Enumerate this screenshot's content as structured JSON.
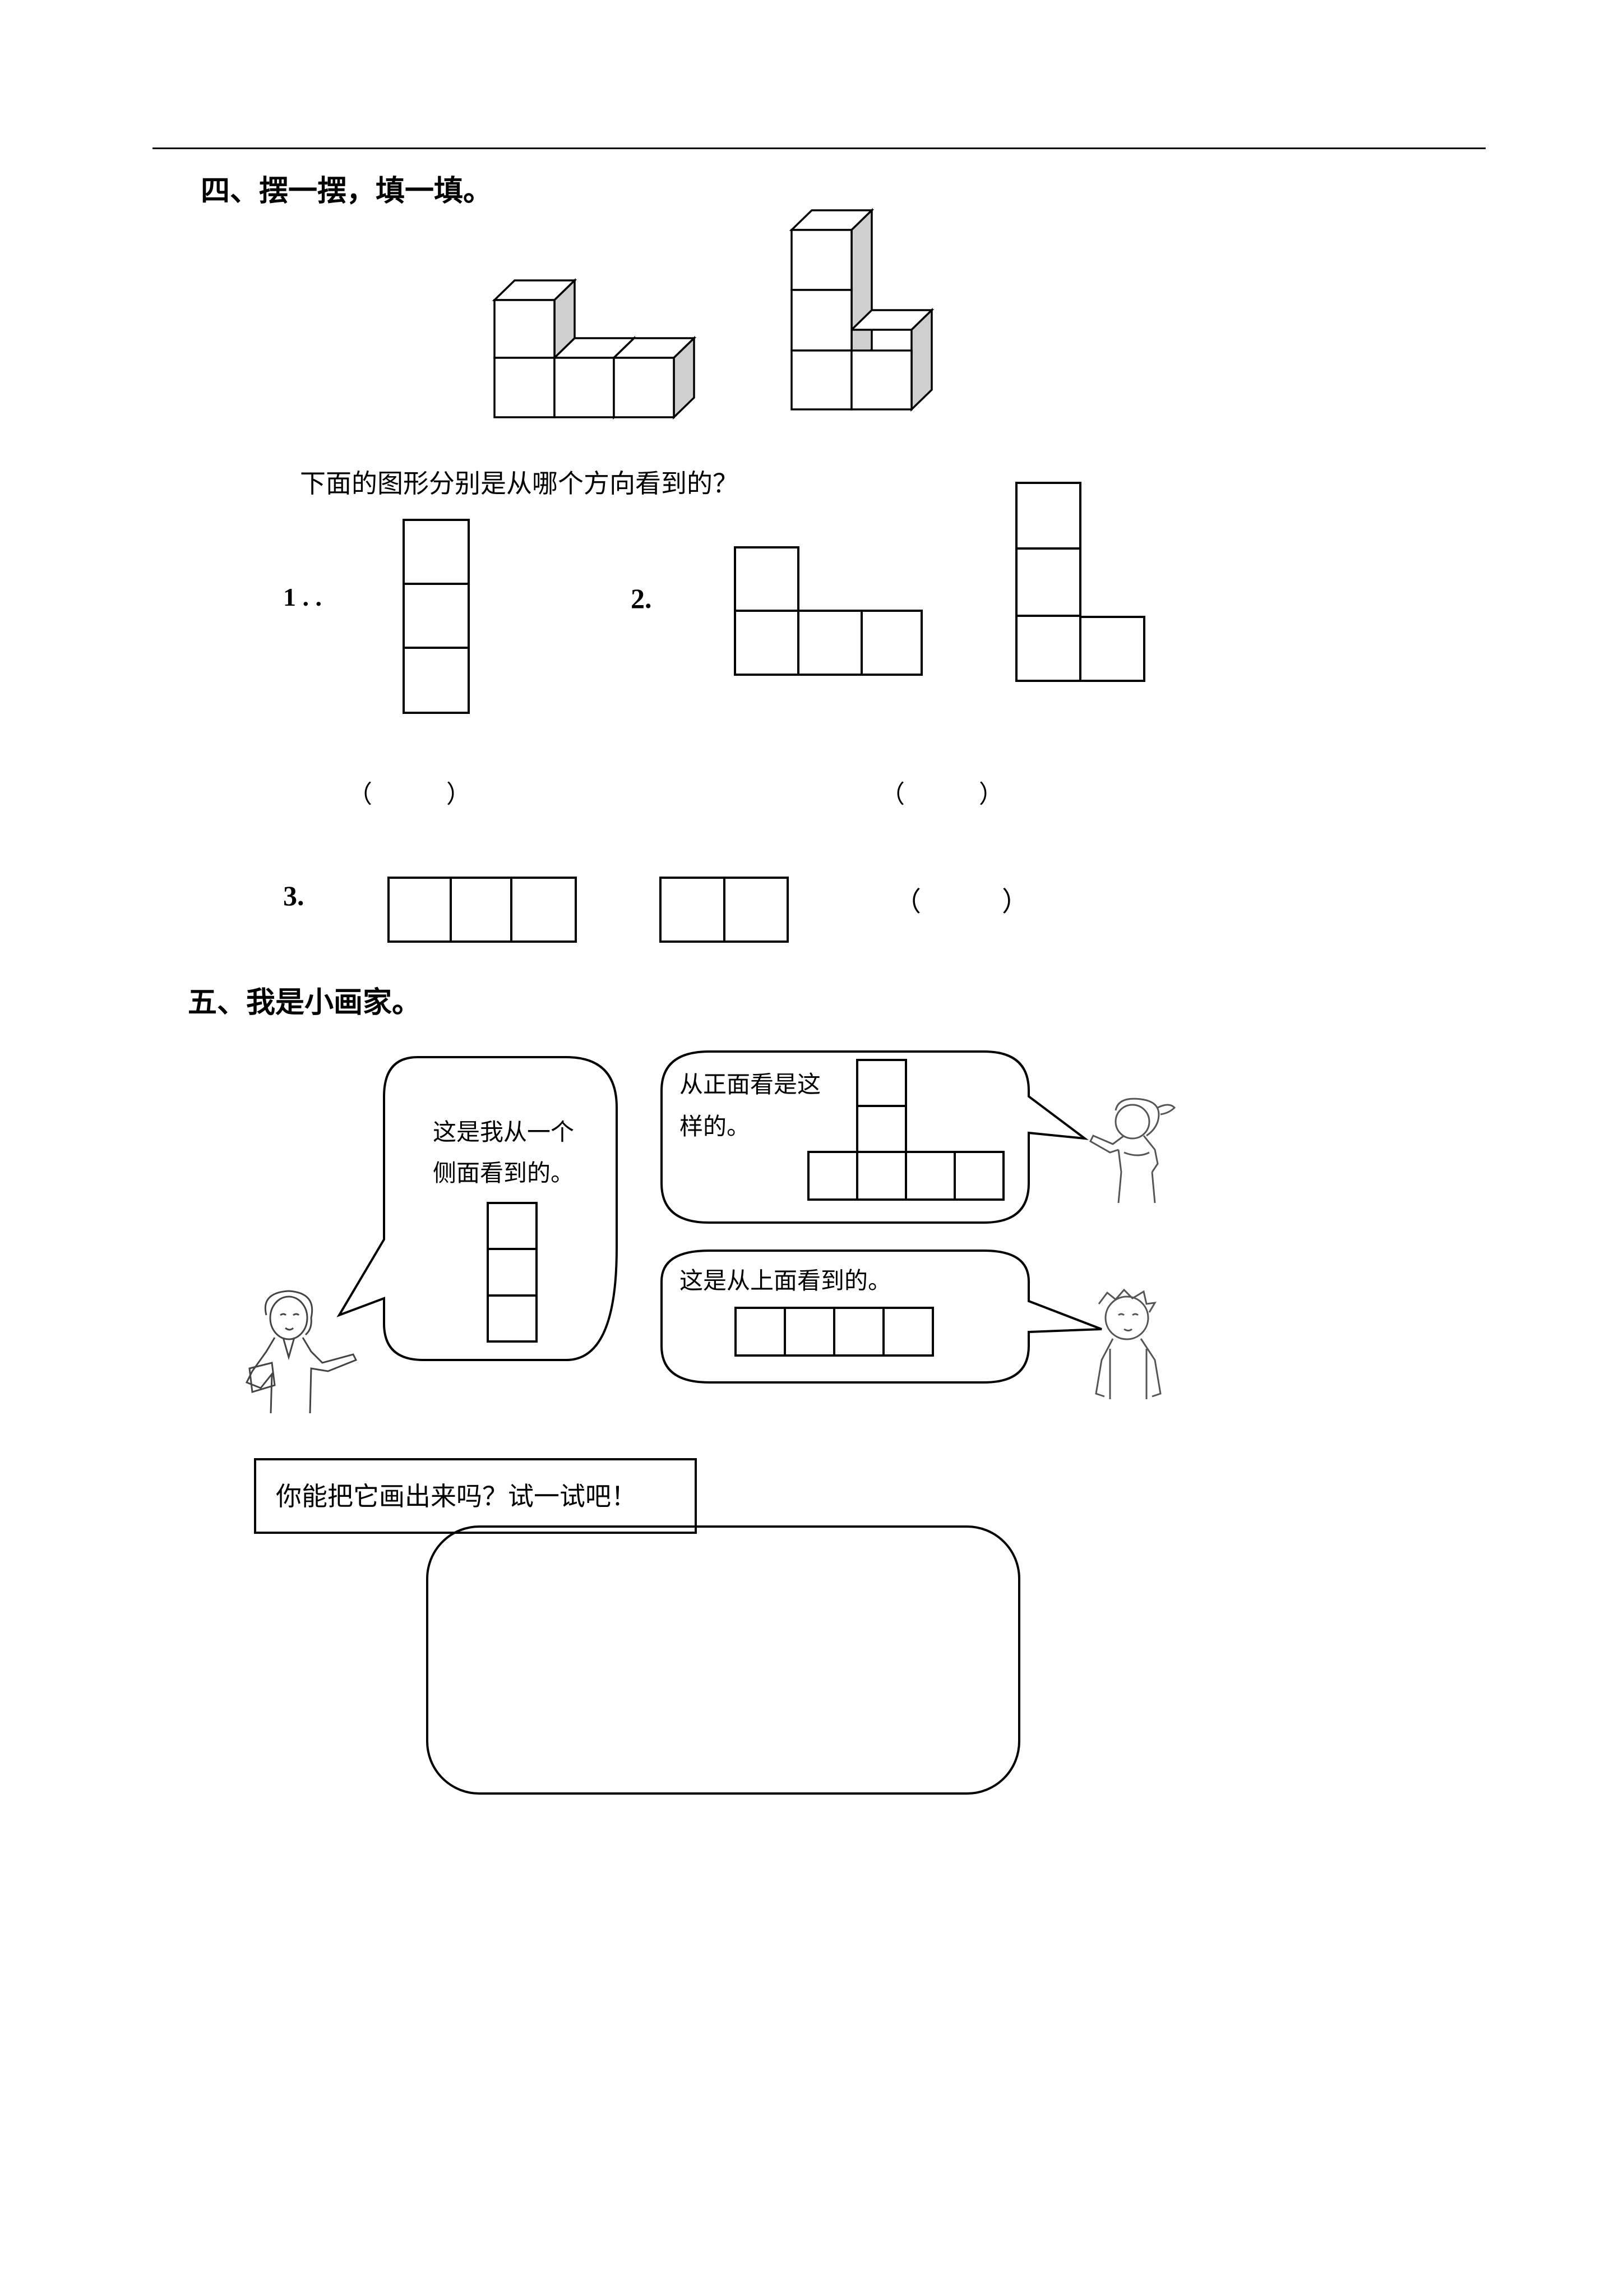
{
  "section4": {
    "heading": "四、摆一摆，填一填。",
    "question": "下面的图形分别是从哪个方向看到的？",
    "item1_label": "1 . .",
    "item2_label": "2.",
    "item3_label": "3.",
    "blank_paren": "（　　　）"
  },
  "section5": {
    "heading": "五、我是小画家。",
    "bubble_side_line1": "这是我从一个",
    "bubble_side_line2": "侧面看到的。",
    "bubble_front_line1": "从正面看是这",
    "bubble_front_line2": "样的。",
    "bubble_top": "这是从上面看到的。",
    "prompt": "你能把它画出来吗？试一试吧！"
  }
}
